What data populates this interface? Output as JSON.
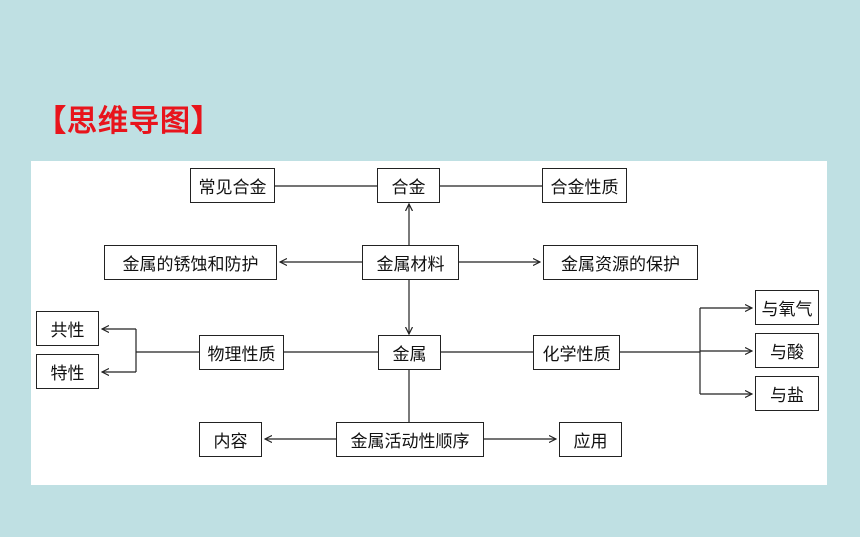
{
  "title": "【思维导图】",
  "nodes": {
    "common_alloys": "常见合金",
    "alloy": "合金",
    "alloy_properties": "合金性质",
    "corrosion": "金属的锈蚀和防护",
    "metal_materials": "金属材料",
    "resource_protection": "金属资源的保护",
    "commonality": "共性",
    "characteristic": "特性",
    "physical_properties": "物理性质",
    "metal": "金属",
    "chemical_properties": "化学性质",
    "with_oxygen": "与氧气",
    "with_acid": "与酸",
    "with_salt": "与盐",
    "content": "内容",
    "activity_series": "金属活动性顺序",
    "application": "应用"
  }
}
